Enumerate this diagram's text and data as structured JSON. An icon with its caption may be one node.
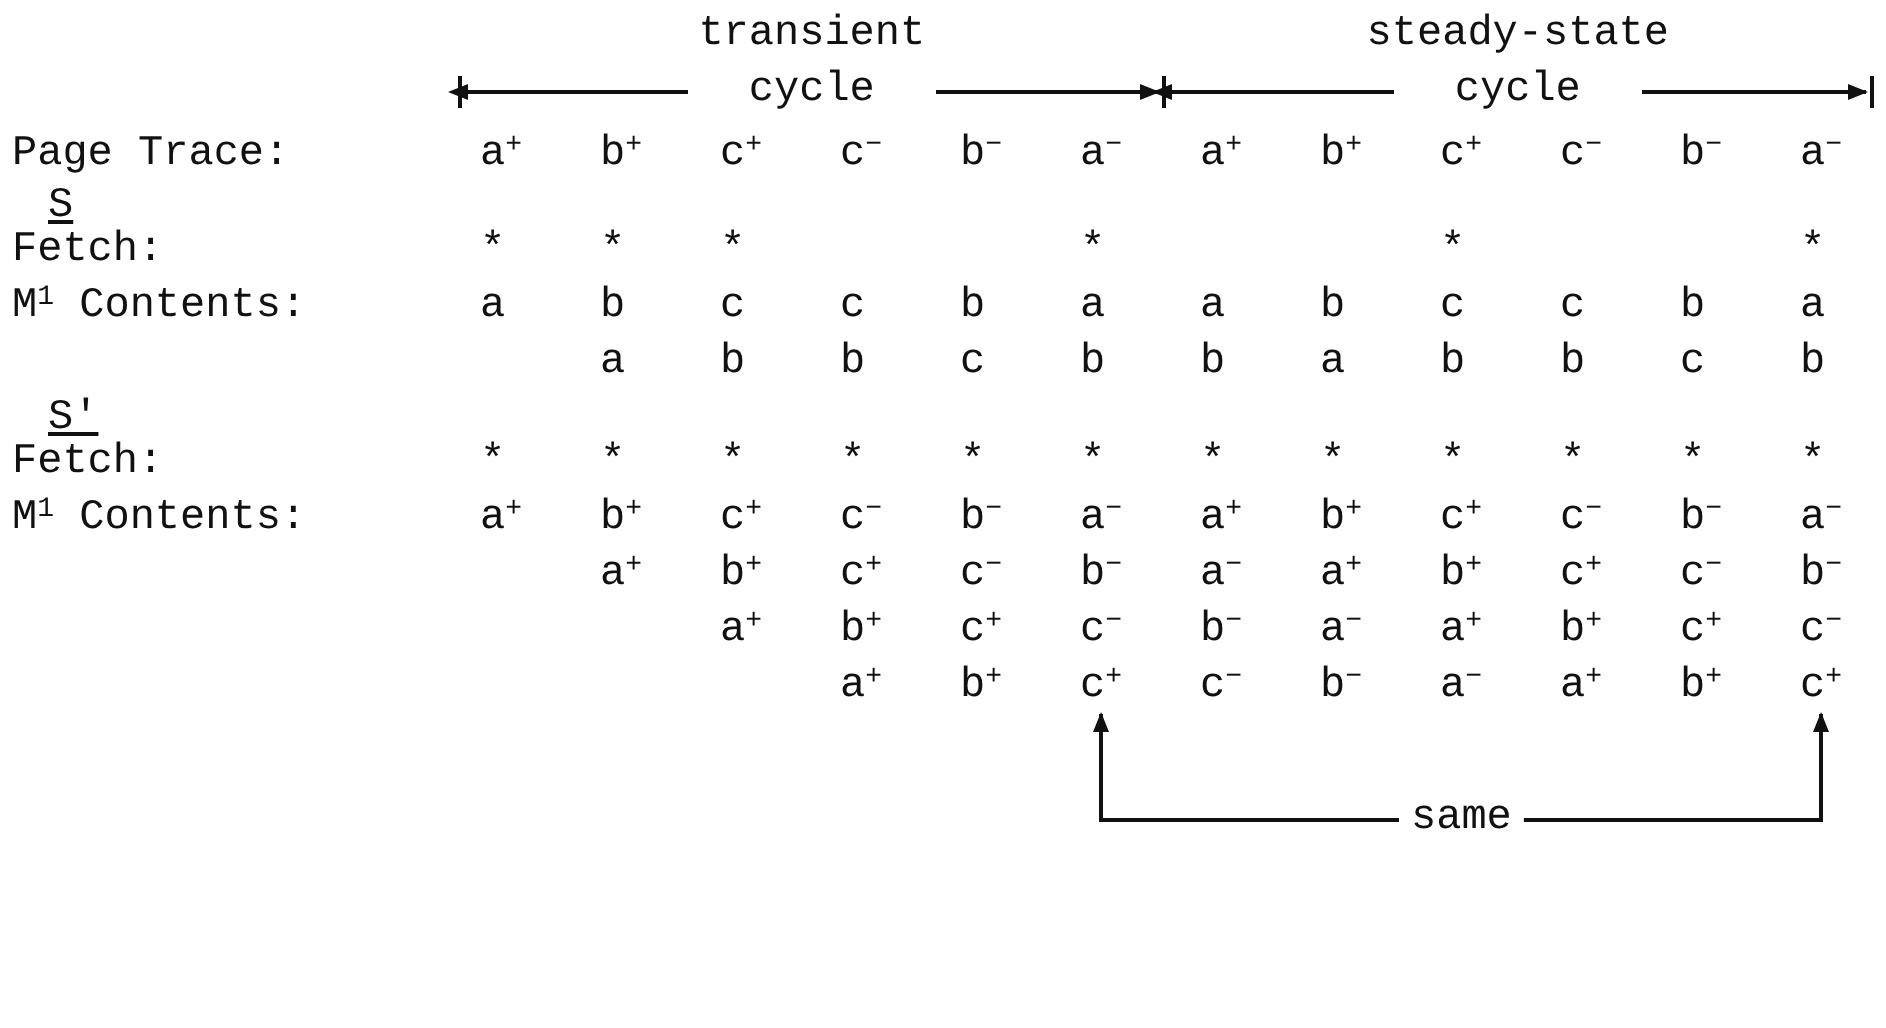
{
  "diagram": {
    "nodes": [
      {
        "text": [
          "same"
        ]
      },
      {
        "text": [
          "c$^{+}$"
        ]
      },
      {
        "text": [
          "c$^{+}$"
        ]
      }
    ],
    "edges": [
      {
        "from": 0,
        "to": 1,
        "arrow": "to"
      },
      {
        "from": 0,
        "to": 2,
        "arrow": "to"
      }
    ],
    "labels": [
      "transient cycle",
      "steady-state cycle",
      "Page Trace:",
      "a$^{+}$",
      "b$^{+}$",
      "c$^{+}$",
      "c$^{−}$",
      "b$^{−}$",
      "a$^{−}$",
      "a$^{+}$",
      "b$^{+}$",
      "c$^{+}$",
      "c$^{−}$",
      "b$^{−}$",
      "a$^{−}$",
      "S",
      "Fetch:",
      "*",
      "*",
      "*",
      "*",
      "*",
      "*",
      "M$^{1}$ Contents:",
      "a",
      "b",
      "c",
      "c",
      "b",
      "a",
      "a",
      "b",
      "c",
      "c",
      "b",
      "a",
      "a",
      "b",
      "b",
      "c",
      "b",
      "b",
      "a",
      "b",
      "b",
      "c",
      "b",
      "S'",
      "Fetch:",
      "*",
      "*",
      "*",
      "*",
      "*",
      "*",
      "*",
      "*",
      "*",
      "*",
      "*",
      "*",
      "M$^{1}$ Contents:",
      "a$^{+}$",
      "b$^{+}$",
      "c$^{+}$",
      "c$^{−}$",
      "b$^{−}$",
      "a$^{−}$",
      "a$^{+}$",
      "b$^{+}$",
      "c$^{+}$",
      "c$^{−}$",
      "b$^{−}$",
      "a$^{−}$",
      "a$^{+}$",
      "b$^{+}$",
      "c$^{+}$",
      "c$^{−}$",
      "b$^{−}$",
      "a$^{−}$",
      "a$^{+}$",
      "b$^{+}$",
      "c$^{+}$",
      "c$^{−}$",
      "b$^{−}$",
      "a$^{+}$",
      "b$^{+}$",
      "c$^{+}$",
      "c$^{−}$",
      "b$^{−}$",
      "a$^{−}$",
      "a$^{+}$",
      "b$^{+}$",
      "c$^{+}$",
      "c$^{−}$",
      "a$^{+}$",
      "b$^{+}$",
      "c$^{−}$",
      "b$^{−}$",
      "a$^{−}$",
      "a$^{+}$",
      "b$^{+}$"
    ]
  }
}
